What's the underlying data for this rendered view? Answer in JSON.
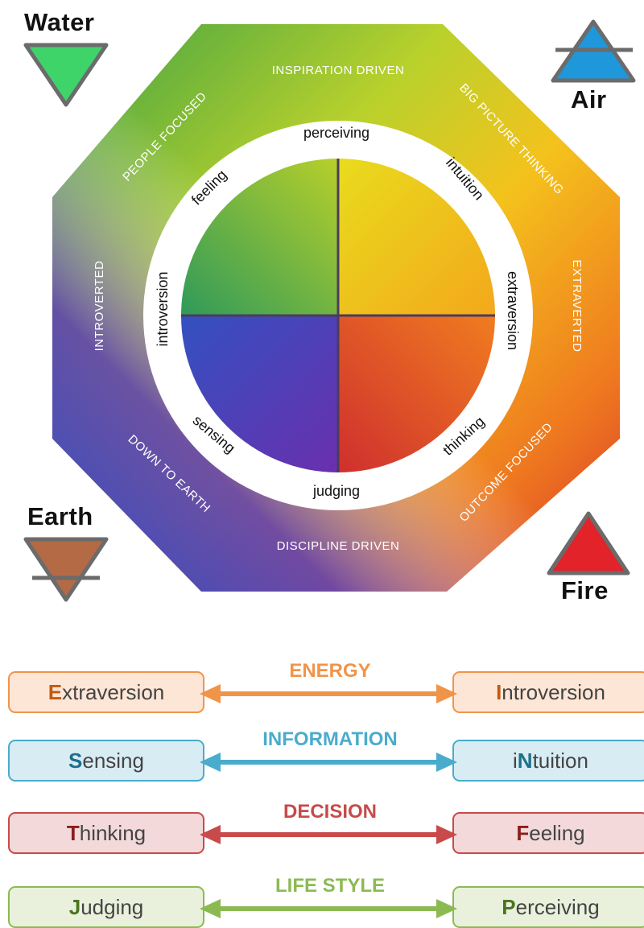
{
  "elements": {
    "water": "Water",
    "air": "Air",
    "earth": "Earth",
    "fire": "Fire"
  },
  "outer_ring": {
    "top": "INSPIRATION DRIVEN",
    "top_right": "BIG PICTURE THINKING",
    "right": "EXTRAVERTED",
    "bottom_right": "OUTCOME FOCUSED",
    "bottom": "DISCIPLINE DRIVEN",
    "bottom_left": "DOWN TO EARTH",
    "left": "INTROVERTED",
    "top_left": "PEOPLE FOCUSED"
  },
  "inner_ring": {
    "top": "perceiving",
    "top_right": "intuition",
    "right": "extraversion",
    "bottom_right": "thinking",
    "bottom": "judging",
    "bottom_left": "sensing",
    "left": "introversion",
    "top_left": "feeling"
  },
  "dimensions": [
    {
      "title": "ENERGY",
      "left_initial": "E",
      "left_rest": "xtraversion",
      "right_initial": "I",
      "right_rest": "ntroversion",
      "color": "#f0944a",
      "fill": "#fde6d6",
      "initial_color": "#c25a10"
    },
    {
      "title": "INFORMATION",
      "left_initial": "S",
      "left_rest": "ensing",
      "right_prefix": "i",
      "right_initial": "N",
      "right_rest": "tuition",
      "color": "#4aaccc",
      "fill": "#d8ecf3",
      "initial_color": "#1d6f8c"
    },
    {
      "title": "DECISION",
      "left_initial": "T",
      "left_rest": "hinking",
      "right_initial": "F",
      "right_rest": "eeling",
      "color": "#c84a4a",
      "fill": "#f3d9d9",
      "initial_color": "#8a1e1e"
    },
    {
      "title": "LIFE STYLE",
      "left_initial": "J",
      "left_rest": "udging",
      "right_initial": "P",
      "right_rest": "erceiving",
      "color": "#8cba52",
      "fill": "#e9f1dc",
      "initial_color": "#4c7420"
    }
  ],
  "colors": {
    "water_triangle": "#3fd46a",
    "air_triangle": "#1f97db",
    "earth_triangle": "#b36a45",
    "fire_triangle": "#e2232a"
  }
}
